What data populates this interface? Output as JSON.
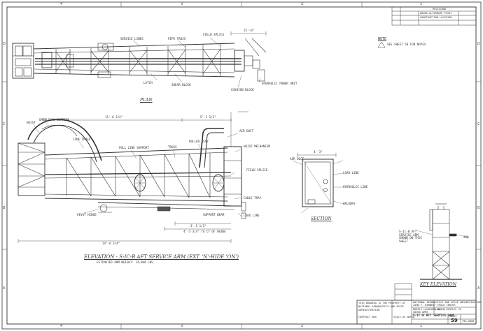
{
  "zones": {
    "top": [
      "4",
      "3",
      "2",
      "1"
    ],
    "bottom": [
      "4",
      "3",
      "2",
      "1"
    ],
    "left": [
      "D",
      "C",
      "B",
      "A"
    ],
    "right": [
      "D",
      "C",
      "B",
      "A"
    ]
  },
  "views": {
    "plan_title": "PLAN",
    "elevation_title": "ELEVATION - S-IC-B AFT SERVICE ARM (EXT. 'N'-HIDE 'ON')",
    "elevation_subtitle": "ESTIMATED ARM WEIGHT: 24,000 LBS.",
    "section_title": "SECTION",
    "key_elevation_title": "KEY ELEVATION",
    "key_elevation_note": "S-IC-B AFT SERVICE ARM SHOWN ON THIS SHEET",
    "key_elevation_value": "280"
  },
  "notes": {
    "heading": "NOTE",
    "line1": "SEE SHEET 58 FOR NOTES"
  },
  "dimensions": {
    "plan_top": "15'-0\"",
    "elev_top_left": "11'-6 3/4\"",
    "elev_top_right": "5'-1 1/2\"",
    "elev_bottom": "14'-6 3/4\"",
    "elev_bottom_mid": "3'-5 1/2\"",
    "elev_bottom_right": "4'-3 3/4\" TO CT OF SWING",
    "section_top": "4'-3\""
  },
  "callouts": {
    "plan": [
      "SERVICE LINES",
      "PIPE TRUSS",
      "FIELD SPLICE",
      "LATCH",
      "SHEAR BLOCK",
      "CUSHION BLOCK",
      "HYDRAULIC POWER UNIT"
    ],
    "elevation": [
      "UMBILICAL CARRIER",
      "HOIST",
      "LINE TRUSS",
      "PULL LINE SUPPORT",
      "TRUSS",
      "ROLLER ASSY",
      "PIVOT HINGE",
      "FIELD SPLICE",
      "HOIST MECHANISM",
      "CABLE TRAY",
      "LOAD LINE",
      "AIR DUCT",
      "SUPPORT BEAM"
    ],
    "section": [
      "AIR DUCT",
      "LOAD LINE",
      "HYDRAULIC LINE",
      "WALKWAY"
    ]
  },
  "revision_block": {
    "heading": "REVISIONS",
    "row1": "ADDED ALTERNATE PIVOT",
    "row2": "CONSTRUCTION LOCATION"
  },
  "title_block": {
    "left_lines": [
      "THIS DRAWING IS THE PROPERTY OF",
      "NATIONAL AERONAUTICS AND SPACE",
      "ADMINISTRATION"
    ],
    "org": "NATIONAL AERONAUTICS AND SPACE ADMINISTRATION",
    "office": "JOHN F. KENNEDY SPACE CENTER",
    "project": "LAUNCH COMPLEX 39",
    "facility": "MOBILE LAUNCHER NO. 1",
    "subject": "SWING ARMS",
    "drawing_title": "S-IC-B AFT SERVICE ARM",
    "sheet_label": "SHEET",
    "sheet_no": "59",
    "drawing_no": "79K-0000",
    "contract": "CONTRACT NAS",
    "scale": "SCALE AS NOTED"
  }
}
